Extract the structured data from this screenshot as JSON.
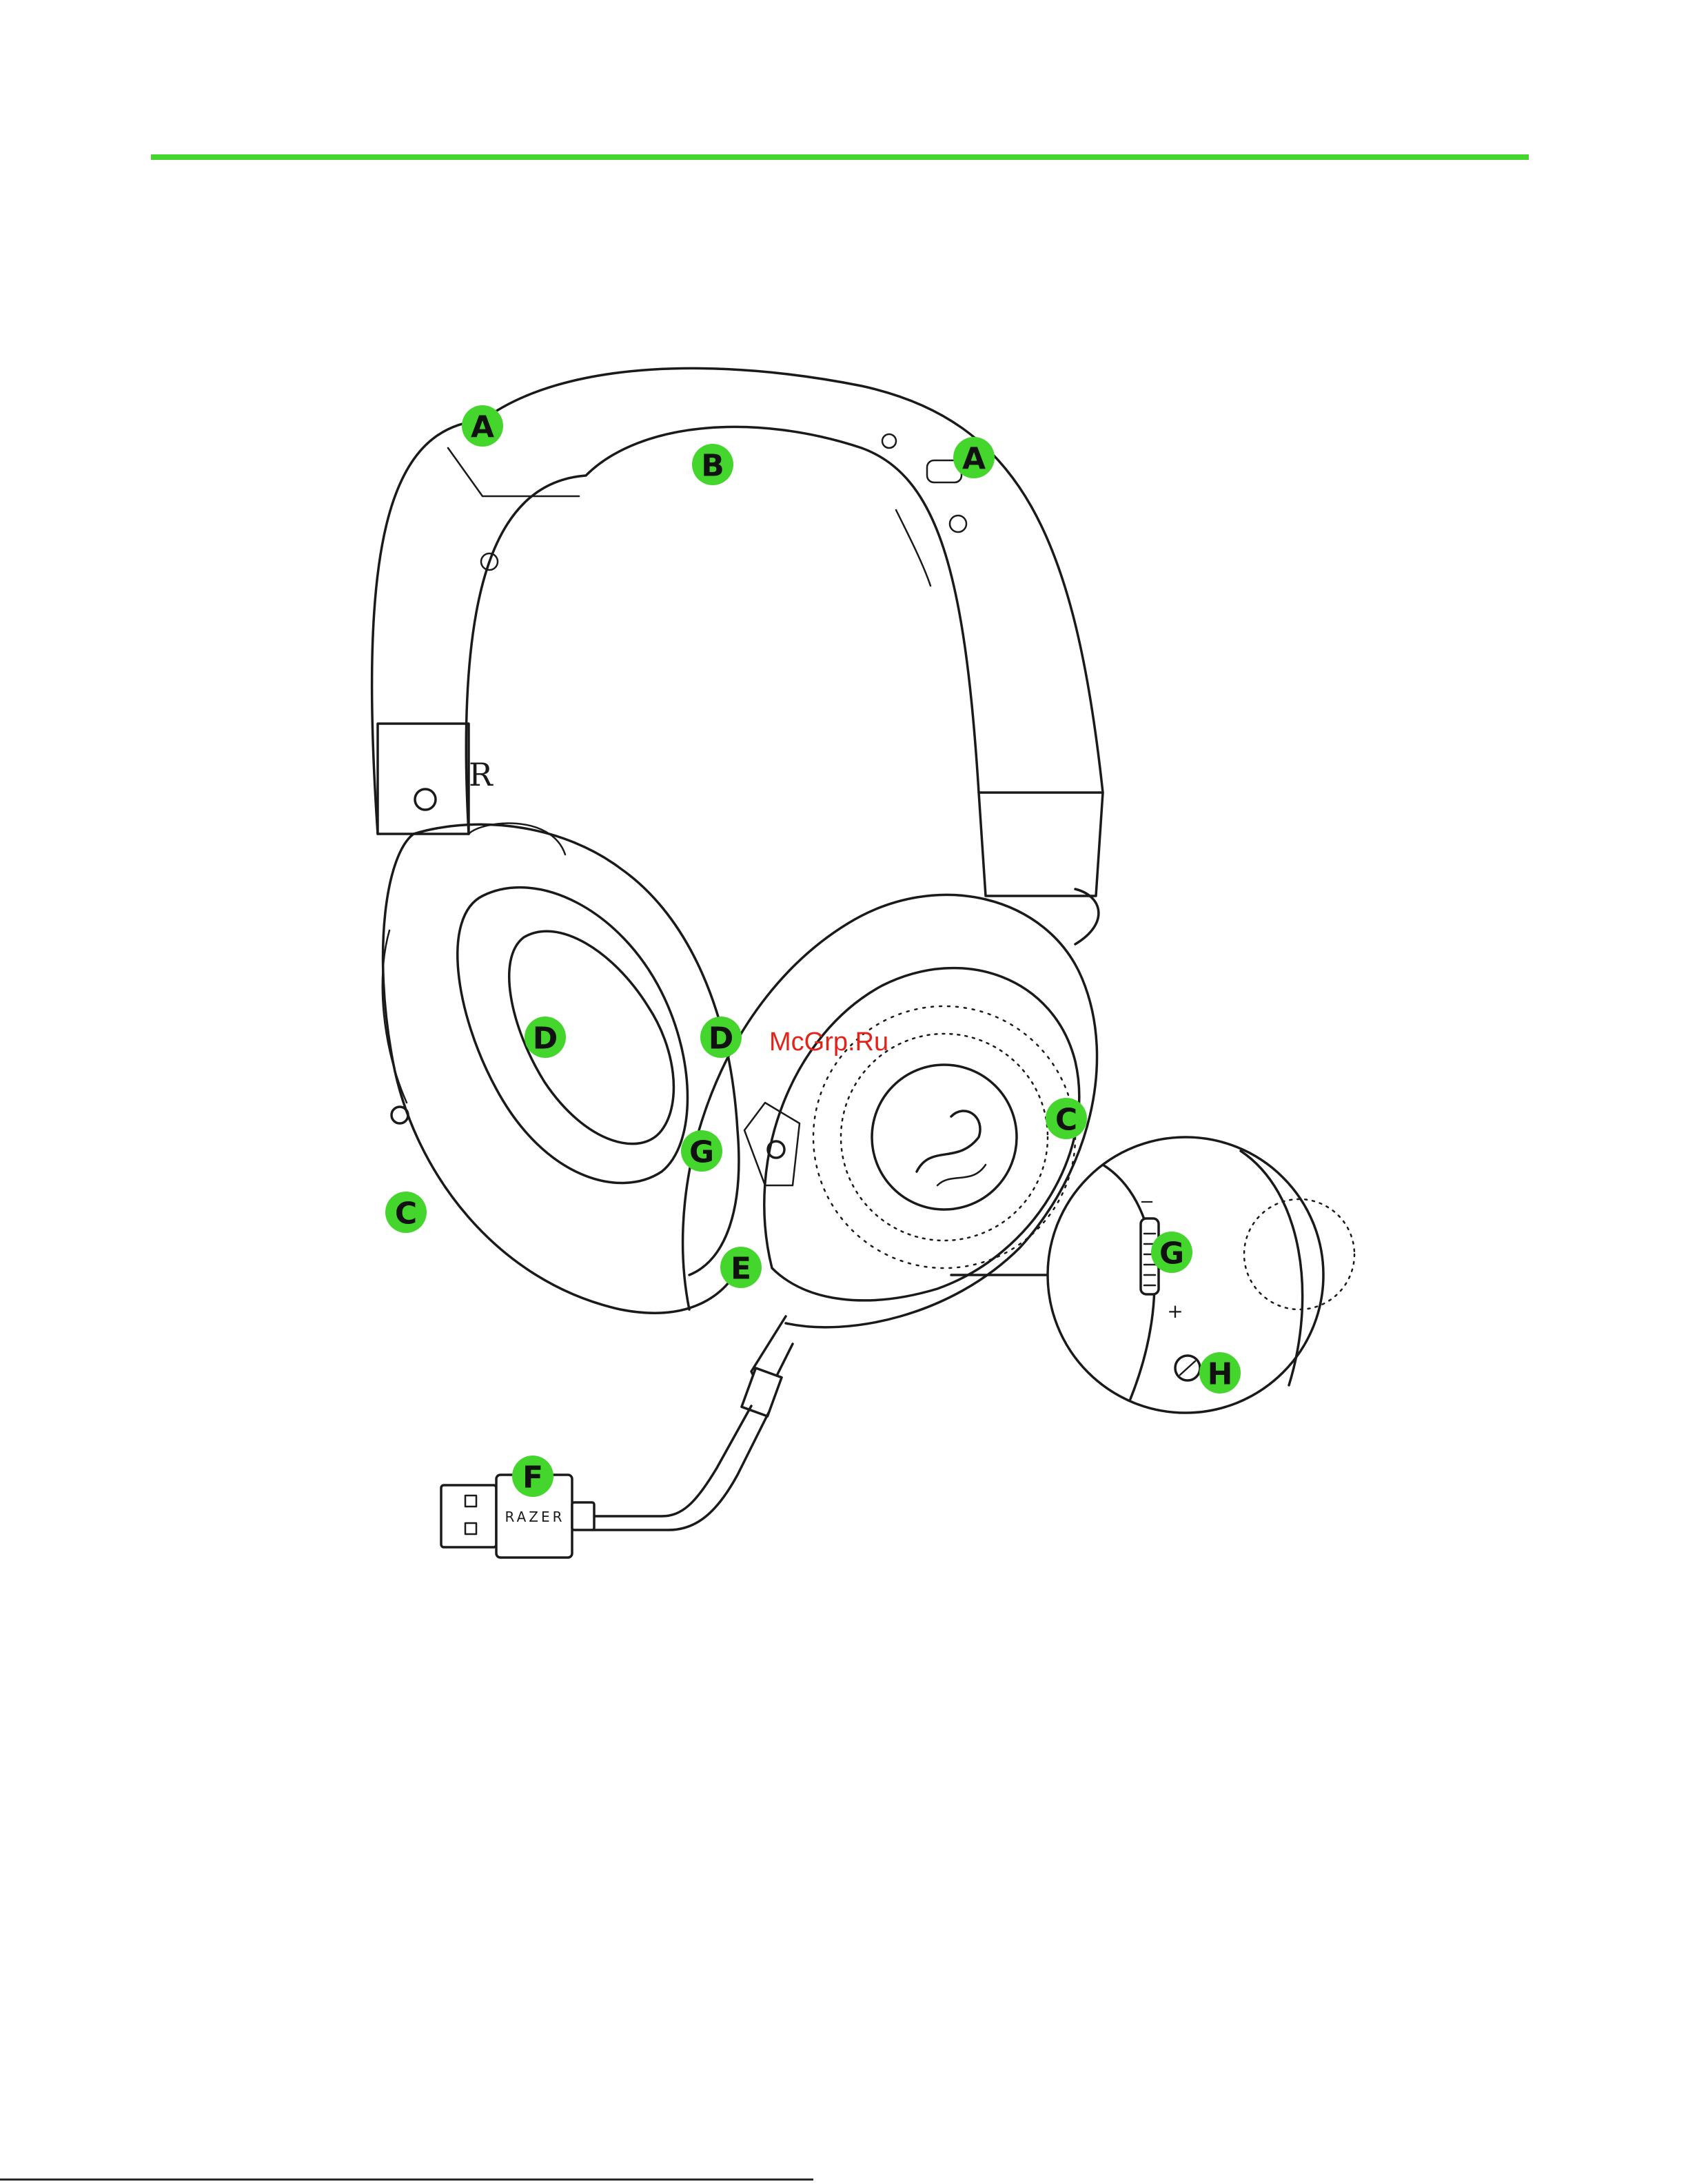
{
  "callouts": [
    {
      "letter": "A",
      "target": "headband-adjuster-left"
    },
    {
      "letter": "A",
      "target": "headband-adjuster-right"
    },
    {
      "letter": "B",
      "target": "headband-cushion"
    },
    {
      "letter": "C",
      "target": "earcup-left"
    },
    {
      "letter": "C",
      "target": "earcup-right"
    },
    {
      "letter": "D",
      "target": "ear-cushion-left"
    },
    {
      "letter": "D",
      "target": "ear-cushion-right"
    },
    {
      "letter": "E",
      "target": "microphone"
    },
    {
      "letter": "F",
      "target": "usb-connector"
    },
    {
      "letter": "G",
      "target": "volume-wheel"
    },
    {
      "letter": "G",
      "target": "volume-wheel-detail"
    },
    {
      "letter": "H",
      "target": "mic-mute-button-detail"
    }
  ],
  "product_markings": {
    "side_letter": "R",
    "usb_brand": "RAZER",
    "volume_minus": "−",
    "volume_plus": "+"
  },
  "watermark": "McGrp.Ru",
  "colors": {
    "accent_green": "#44d62c",
    "line_art": "#1a1a1a",
    "watermark_red": "#e2231a"
  }
}
